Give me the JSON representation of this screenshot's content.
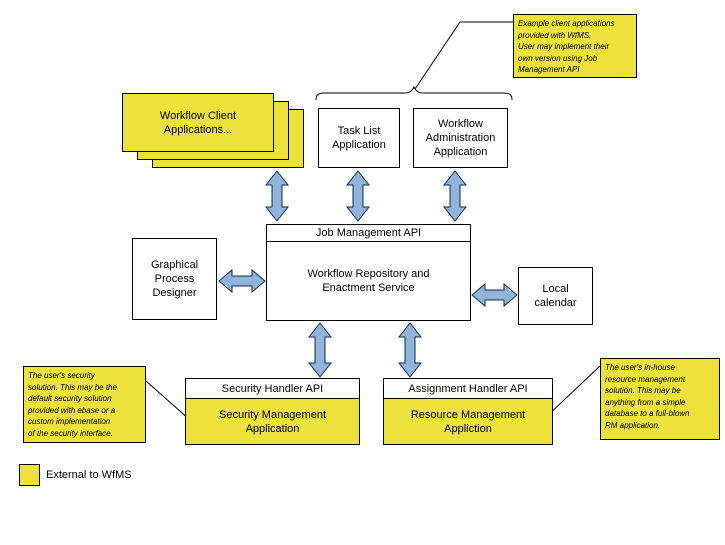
{
  "boxes": {
    "client_stack": "Workflow Client\nApplications...",
    "task_list": "Task List\nApplication",
    "workflow_admin": "Workflow\nAdministration\nApplication",
    "job_api": "Job Management API",
    "enactment": "Workflow Repository and\nEnactment Service",
    "designer": "Graphical\nProcess\nDesigner",
    "calendar": "Local\ncalendar",
    "security_api": "Security Handler API",
    "security_app": "Security Management\nApplication",
    "assignment_api": "Assignment Handler API",
    "resource_app": "Resource Management\nAppliction"
  },
  "notes": {
    "client_apps": "Example client applications\nprovided with WfMS.\nUser may implement their\nown version using Job\nManagement API",
    "security": "The user's security\nsolution. This may be the\ndefault security solution\nprovided with ebase or a\ncustom implementation\nof the security interface.",
    "resource": "The user's in-house\nresource management\nsolution. This may be\nanything from a simple\ndatabase to a full-blown\nRM application."
  },
  "legend": {
    "label": "External to WfMS"
  },
  "colors": {
    "external_yellow": "#EDE13C",
    "arrow_fill": "#92B4DA",
    "arrow_outline": "#0f2d4f",
    "box_border": "#000000"
  }
}
